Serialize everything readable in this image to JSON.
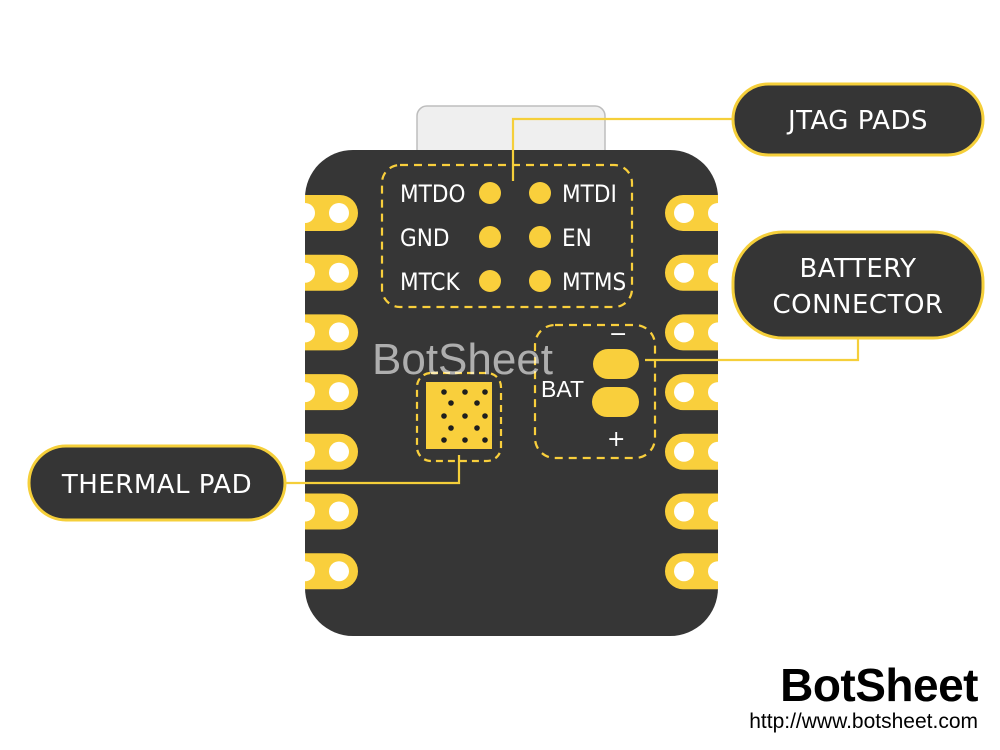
{
  "colors": {
    "board": "#363636",
    "accent": "#f9cf3c",
    "callout_fill": "#353535",
    "callout_border": "#f5cf3a",
    "connector": "#eeeeee",
    "text": "#ffffff"
  },
  "jtag_pads": {
    "left": [
      "MTDO",
      "GND",
      "MTCK"
    ],
    "right": [
      "MTDI",
      "EN",
      "MTMS"
    ]
  },
  "battery": {
    "label": "BAT",
    "minus": "−",
    "plus": "+"
  },
  "callouts": {
    "jtag": "JTAG PADS",
    "battery_line1": "BATTERY",
    "battery_line2": "CONNECTOR",
    "thermal": "THERMAL PAD"
  },
  "watermark": "BotSheet",
  "brand": {
    "name": "BotSheet",
    "url": "http://www.botsheet.com"
  },
  "pins_per_side": 7
}
